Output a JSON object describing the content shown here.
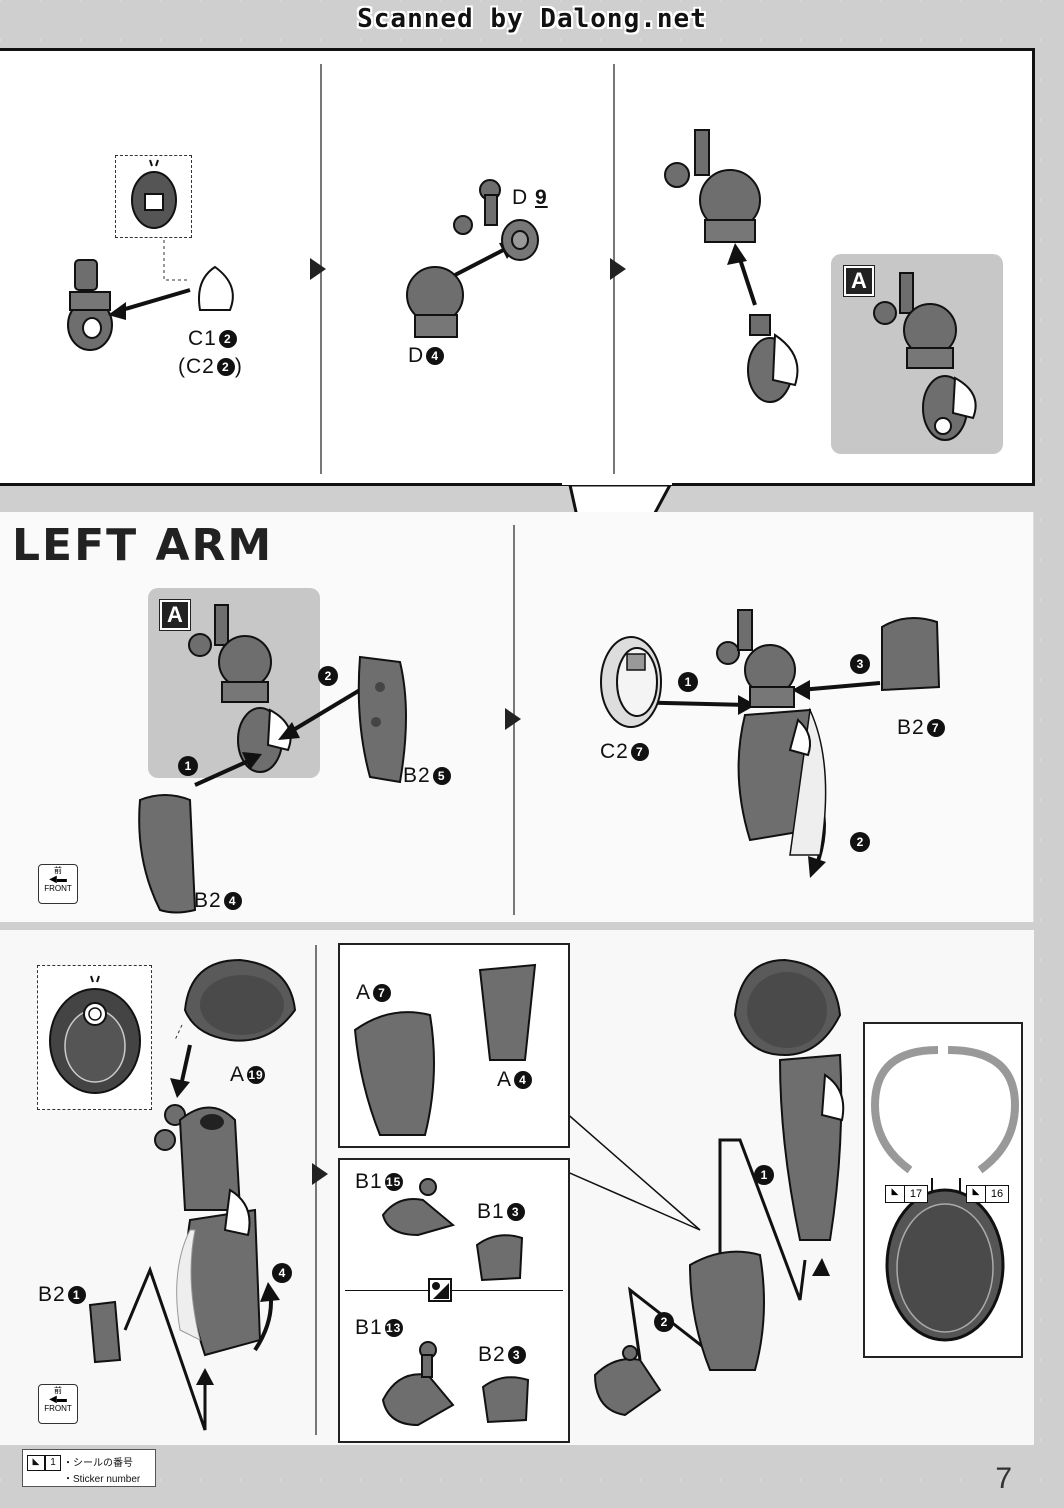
{
  "header": {
    "watermark": "Scanned by Dalong.net"
  },
  "step1": {
    "label_c1": "C1",
    "label_c1_num": "2",
    "label_c2": "(C2",
    "label_c2_num": "2",
    "label_c2_close": ")",
    "label_d9": "D",
    "label_d9_num": "9",
    "label_d4": "D",
    "label_d4_num": "4",
    "badge": "A"
  },
  "section_left_arm": {
    "title": "LEFT ARM",
    "badge": "A",
    "label_b2_5": "B2",
    "label_b2_5_num": "5",
    "label_b2_4": "B2",
    "label_b2_4_num": "4",
    "label_c2_7": "C2",
    "label_c2_7_num": "7",
    "label_b2_7": "B2",
    "label_b2_7_num": "7",
    "step_1": "1",
    "step_2": "2",
    "step_3": "3",
    "front_jp": "前",
    "front_en": "FRONT"
  },
  "section_bottom": {
    "label_a19": "A",
    "label_a19_num": "19",
    "label_b2_1": "B2",
    "label_b2_1_num": "1",
    "label_a7": "A",
    "label_a7_num": "7",
    "label_a4": "A",
    "label_a4_num": "4",
    "label_b1_15": "B1",
    "label_b1_15_num": "15",
    "label_b1_3": "B1",
    "label_b1_3_num": "3",
    "label_b1_13": "B1",
    "label_b1_13_num": "13",
    "label_b2_3": "B2",
    "label_b2_3_num": "3",
    "step_1": "1",
    "step_2": "2",
    "step_4": "4",
    "sticker_17": "17",
    "sticker_16": "16",
    "front_jp": "前",
    "front_en": "FRONT"
  },
  "legend": {
    "sticker_box": "1",
    "jp_text": "・シールの番号",
    "en_text": "・Sticker number"
  },
  "page_number": "7",
  "colors": {
    "part_gray": "#6e6e6e",
    "dark": "#222222",
    "accent_box": "#c7c7c7"
  }
}
